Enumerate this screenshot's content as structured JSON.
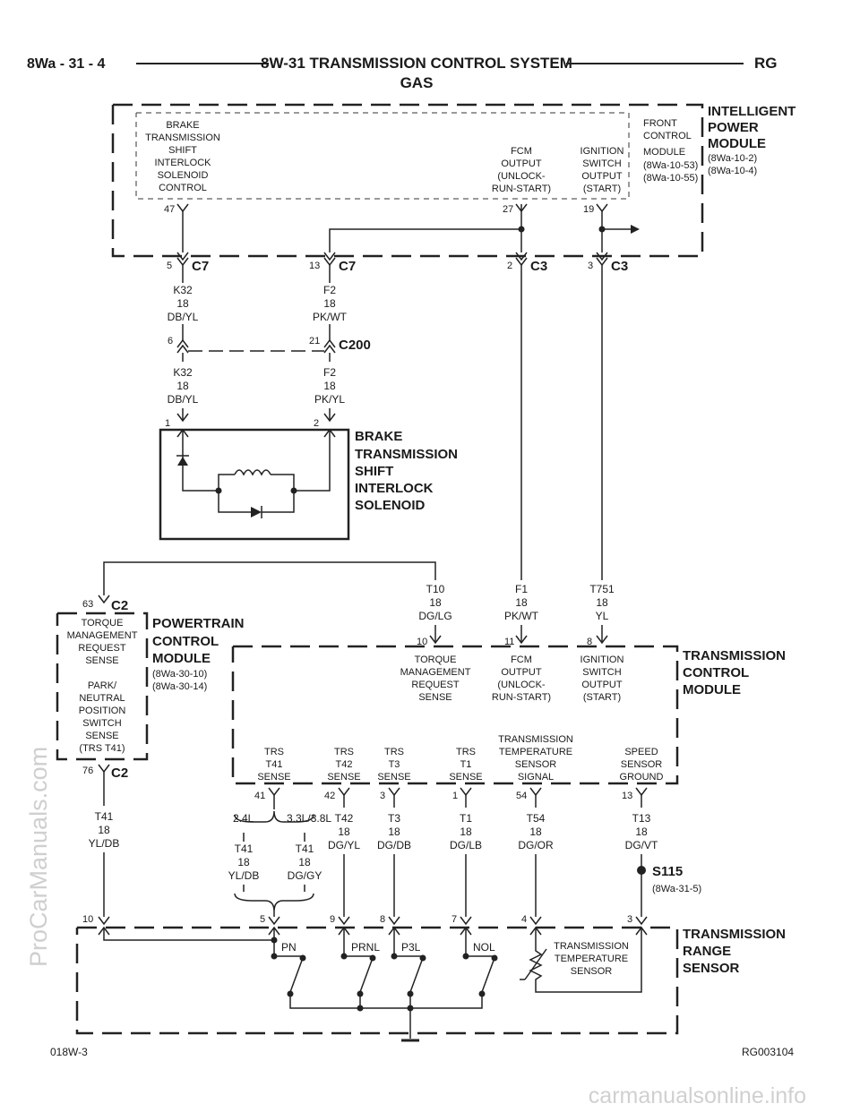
{
  "header": {
    "page_ref": "8Wa - 31 - 4",
    "title_line1": "8W-31 TRANSMISSION CONTROL SYSTEM",
    "title_line2": "GAS",
    "model_code": "RG"
  },
  "ipm": {
    "name_lines": [
      "INTELLIGENT",
      "POWER",
      "MODULE"
    ],
    "refs": [
      "(8Wa-10-2)",
      "(8Wa-10-4)"
    ],
    "fcm_label_lines": [
      "FRONT",
      "CONTROL",
      "MODULE"
    ],
    "fcm_refs": [
      "(8Wa-10-53)",
      "(8Wa-10-55)"
    ],
    "circuits": [
      {
        "lines": [
          "BRAKE",
          "TRANSMISSION",
          "SHIFT",
          "INTERLOCK",
          "SOLENOID",
          "CONTROL"
        ],
        "pin": "47"
      },
      {
        "lines": [
          "FCM",
          "OUTPUT",
          "(UNLOCK-",
          "RUN-START)"
        ],
        "pin": "27"
      },
      {
        "lines": [
          "IGNITION",
          "SWITCH",
          "OUTPUT",
          "(START)"
        ],
        "pin": "19"
      }
    ]
  },
  "connectors": {
    "c7_a": {
      "pin": "5",
      "name": "C7"
    },
    "c7_b": {
      "pin": "13",
      "name": "C7"
    },
    "c3_a": {
      "pin": "2",
      "name": "C3"
    },
    "c3_b": {
      "pin": "3",
      "name": "C3"
    },
    "c200": {
      "pin_left": "6",
      "pin_right": "21",
      "name": "C200"
    },
    "btsi_pins": [
      "1",
      "2"
    ]
  },
  "wires": {
    "k32_upper": [
      "K32",
      "18",
      "DB/YL"
    ],
    "f2_upper": [
      "F2",
      "18",
      "PK/WT"
    ],
    "k32_lower": [
      "K32",
      "18",
      "DB/YL"
    ],
    "f2_lower": [
      "F2",
      "18",
      "PK/YL"
    ],
    "t10": [
      "T10",
      "18",
      "DG/LG"
    ],
    "f1": [
      "F1",
      "18",
      "PK/WT"
    ],
    "t751": [
      "T751",
      "18",
      "YL"
    ],
    "t41": [
      "T41",
      "18",
      "YL/DB"
    ],
    "t41_24": [
      "T41",
      "18",
      "YL/DB"
    ],
    "t41_33": [
      "T41",
      "18",
      "DG/GY"
    ],
    "t42": [
      "T42",
      "18",
      "DG/YL"
    ],
    "t3": [
      "T3",
      "18",
      "DG/DB"
    ],
    "t1": [
      "T1",
      "18",
      "DG/LB"
    ],
    "t54": [
      "T54",
      "18",
      "DG/OR"
    ],
    "t13": [
      "T13",
      "18",
      "DG/VT"
    ]
  },
  "engine_options": {
    "left": "2.4L",
    "right": "3.3L/3.8L"
  },
  "btsi": {
    "name_lines": [
      "BRAKE",
      "TRANSMISSION",
      "SHIFT",
      "INTERLOCK",
      "SOLENOID"
    ]
  },
  "pcm": {
    "name_lines": [
      "POWERTRAIN",
      "CONTROL",
      "MODULE"
    ],
    "refs": [
      "(8Wa-30-10)",
      "(8Wa-30-14)"
    ],
    "top_pin": "63",
    "top_conn": "C2",
    "bottom_pin": "76",
    "bottom_conn": "C2",
    "torque_lines": [
      "TORQUE",
      "MANAGEMENT",
      "REQUEST",
      "SENSE"
    ],
    "park_lines": [
      "PARK/",
      "NEUTRAL",
      "POSITION",
      "SWITCH",
      "SENSE",
      "(TRS T41)"
    ]
  },
  "tcm": {
    "name_lines": [
      "TRANSMISSION",
      "CONTROL",
      "MODULE"
    ],
    "top_circuits": [
      {
        "lines": [
          "TORQUE",
          "MANAGEMENT",
          "REQUEST",
          "SENSE"
        ],
        "pin": "10"
      },
      {
        "lines": [
          "FCM",
          "OUTPUT",
          "(UNLOCK-",
          "RUN-START)"
        ],
        "pin": "11"
      },
      {
        "lines": [
          "IGNITION",
          "SWITCH",
          "OUTPUT",
          "(START)"
        ],
        "pin": "8"
      }
    ],
    "bottom_circuits": [
      {
        "lines": [
          "TRS",
          "T41",
          "SENSE"
        ],
        "pin": "41"
      },
      {
        "lines": [
          "TRS",
          "T42",
          "SENSE"
        ],
        "pin": "42"
      },
      {
        "lines": [
          "TRS",
          "T3",
          "SENSE"
        ],
        "pin": "3"
      },
      {
        "lines": [
          "TRS",
          "T1",
          "SENSE"
        ],
        "pin": "1"
      },
      {
        "lines": [
          "TRANSMISSION",
          "TEMPERATURE",
          "SENSOR",
          "SIGNAL"
        ],
        "pin": "54"
      },
      {
        "lines": [
          "SPEED",
          "SENSOR",
          "GROUND"
        ],
        "pin": "13"
      }
    ]
  },
  "splice": {
    "name": "S115",
    "ref": "(8Wa-31-5)"
  },
  "trs": {
    "name_lines": [
      "TRANSMISSION",
      "RANGE",
      "SENSOR"
    ],
    "pins": [
      "10",
      "5",
      "9",
      "8",
      "7",
      "4",
      "3"
    ],
    "switch_labels": [
      "PN",
      "PRNL",
      "P3L",
      "NOL"
    ],
    "temp_sensor_lines": [
      "TRANSMISSION",
      "TEMPERATURE",
      "SENSOR"
    ]
  },
  "footer": {
    "left_code": "018W-3",
    "right_code": "RG003104"
  },
  "watermarks": {
    "side": "ProCarManuals.com",
    "bottom": "carmanualsonline.info"
  }
}
